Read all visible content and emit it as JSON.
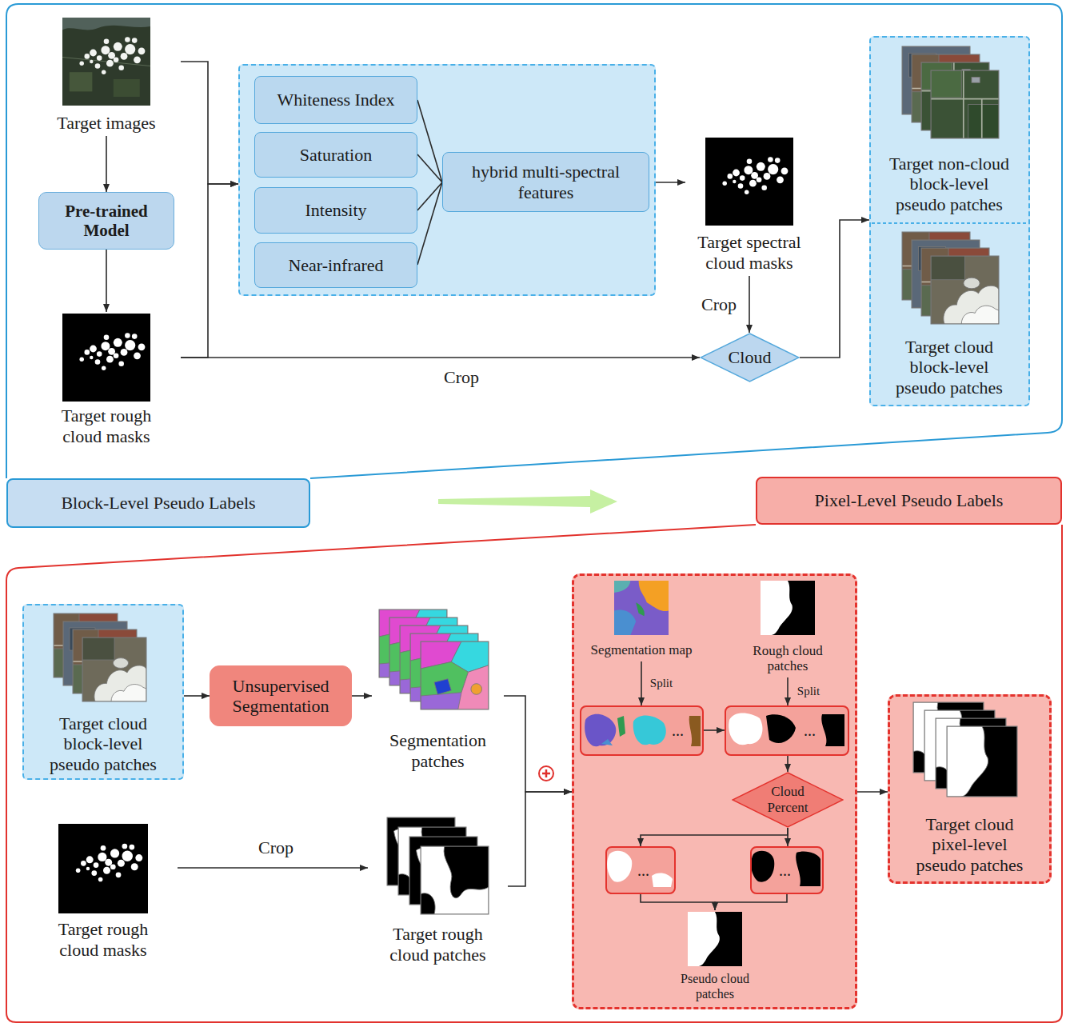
{
  "diagram": {
    "nodes": [
      {
        "text": [
          "Block-Level Pseudo Labels"
        ]
      },
      {
        "text": [
          "Target images"
        ],
        "in": 0
      },
      {
        "text": [
          "Pre-trained Model"
        ],
        "in": 0
      },
      {
        "text": [
          "Target rough cloud masks"
        ],
        "in": 0
      },
      {
        "text": [],
        "in": 0
      },
      {
        "text": [
          "Whiteness Index"
        ],
        "in": 4
      },
      {
        "text": [
          "Saturation"
        ],
        "in": 4
      },
      {
        "text": [
          "Intensity"
        ],
        "in": 4
      },
      {
        "text": [
          "Near-infrared"
        ],
        "in": 4
      },
      {
        "text": [
          "hybrid multi-spectral features"
        ],
        "in": 4
      },
      {
        "text": [
          "Target spectral cloud masks"
        ],
        "in": 0
      },
      {
        "text": [
          "Cloud"
        ],
        "in": 0
      },
      {
        "text": [],
        "in": 0
      },
      {
        "text": [
          "Target non-cloud block-level pseudo patches"
        ],
        "in": 12
      },
      {
        "text": [
          "Target cloud block-level pseudo patches"
        ],
        "in": 12
      },
      {
        "text": [
          "Pixel-Level Pseudo Labels"
        ]
      },
      {
        "text": [],
        "in": 15
      },
      {
        "text": [
          "Target cloud block-level pseudo patches"
        ],
        "in": 16
      },
      {
        "text": [
          "Unsupervised Segmentation"
        ],
        "in": 15
      },
      {
        "text": [
          "Segmentation patches"
        ],
        "in": 15
      },
      {
        "text": [
          "Target rough cloud masks"
        ],
        "in": 15
      },
      {
        "text": [
          "Target rough cloud patches"
        ],
        "in": 15
      },
      {
        "text": [],
        "in": 15
      },
      {
        "text": [
          "Segmentation map"
        ],
        "in": 22
      },
      {
        "text": [
          "Rough cloud patches"
        ],
        "in": 22
      },
      {
        "text": [
          "..."
        ],
        "in": 22
      },
      {
        "text": [
          "..."
        ],
        "in": 22
      },
      {
        "text": [
          "Cloud Percent"
        ],
        "in": 22
      },
      {
        "text": [
          "..."
        ],
        "in": 22
      },
      {
        "text": [
          "..."
        ],
        "in": 22
      },
      {
        "text": [
          "Pseudo cloud patches"
        ],
        "in": 22
      },
      {
        "text": [
          "Target cloud pixel-level pseudo patches"
        ],
        "in": 15
      }
    ],
    "edges": [
      {
        "from": 1,
        "to": 2,
        "arrow": "to"
      },
      {
        "from": 2,
        "to": 3,
        "arrow": "to"
      },
      {
        "from": 1,
        "to": 4,
        "arrow": "to"
      },
      {
        "from": 3,
        "to": 4,
        "arrow": "to"
      },
      {
        "from": 3,
        "to": 11,
        "label": "Crop",
        "arrow": "to"
      },
      {
        "from": 5,
        "to": 9,
        "arrow": "none"
      },
      {
        "from": 6,
        "to": 9,
        "arrow": "none"
      },
      {
        "from": 7,
        "to": 9,
        "arrow": "none"
      },
      {
        "from": 8,
        "to": 9,
        "arrow": "none"
      },
      {
        "from": 4,
        "to": 10,
        "arrow": "to"
      },
      {
        "from": 10,
        "to": 11,
        "label": "Crop",
        "arrow": "to"
      },
      {
        "from": 11,
        "to": 12,
        "arrow": "to"
      },
      {
        "from": 16,
        "to": 18,
        "arrow": "to"
      },
      {
        "from": 18,
        "to": 19,
        "arrow": "to"
      },
      {
        "from": 19,
        "to": 22,
        "arrow": "to"
      },
      {
        "from": 20,
        "to": 21,
        "label": "Crop",
        "arrow": "to"
      },
      {
        "from": 21,
        "to": 22,
        "arrow": "to"
      },
      {
        "from": 23,
        "to": 25,
        "label": "Split",
        "arrow": "to"
      },
      {
        "from": 24,
        "to": 26,
        "label": "Split",
        "arrow": "to"
      },
      {
        "from": 25,
        "to": 26,
        "arrow": "to"
      },
      {
        "from": 26,
        "to": 27,
        "arrow": "to"
      },
      {
        "from": 27,
        "to": 28,
        "arrow": "to"
      },
      {
        "from": 27,
        "to": 29,
        "arrow": "to"
      },
      {
        "from": 28,
        "to": 30,
        "arrow": "to"
      },
      {
        "from": 29,
        "to": 30,
        "arrow": "to"
      },
      {
        "from": 22,
        "to": 31,
        "arrow": "to"
      }
    ]
  }
}
